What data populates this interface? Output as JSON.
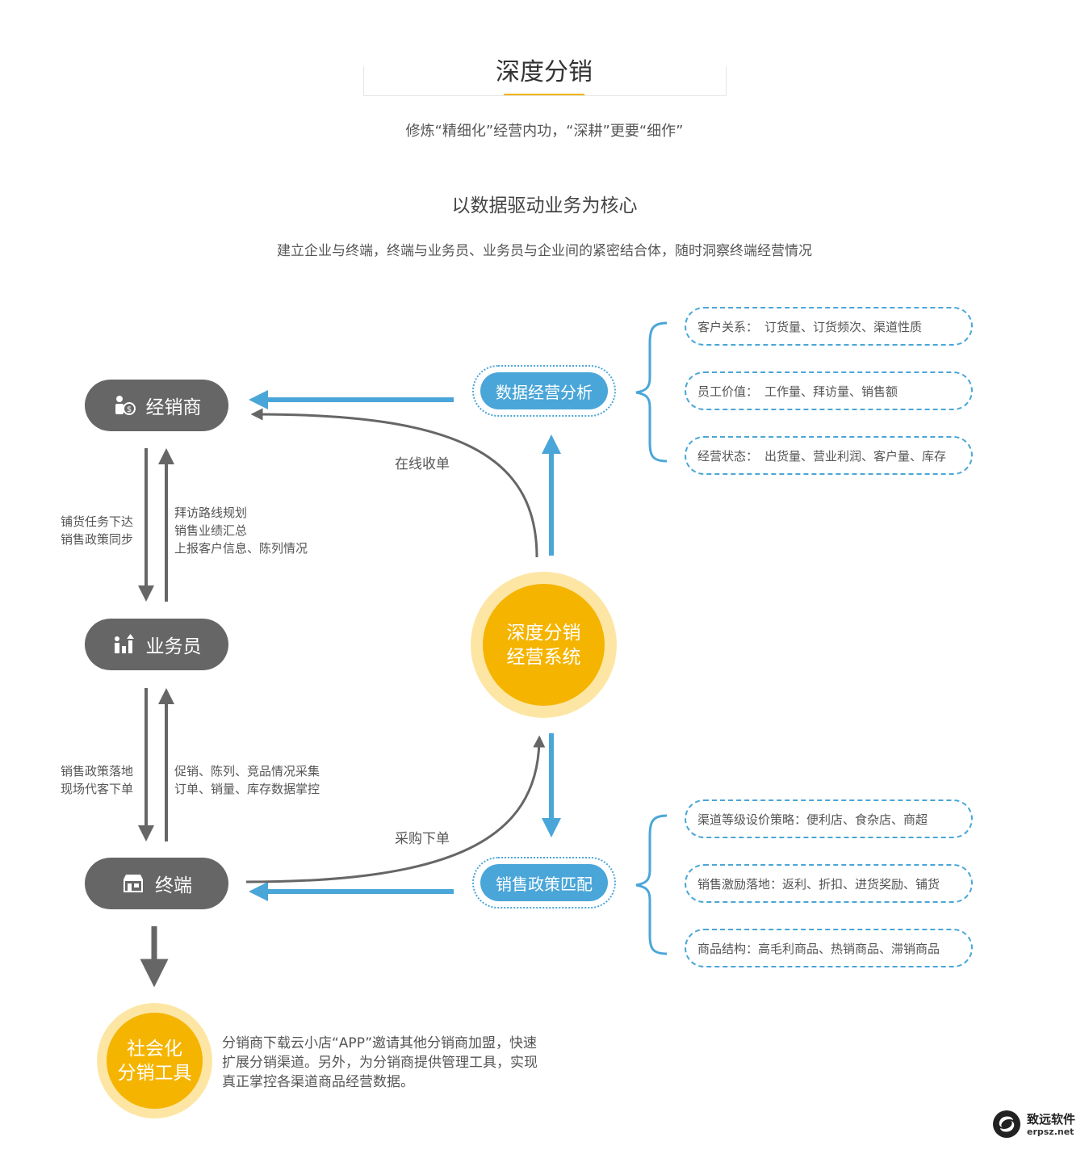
{
  "header": {
    "title": "深度分销",
    "subtitle": "修炼“精细化”经营内功，“深耕”更要“细作”",
    "heading": "以数据驱动业务为核心",
    "description": "建立企业与终端，终端与业务员、业务员与企业间的紧密结合体，随时洞察终端经营情况"
  },
  "nodes": {
    "distributor": "经销商",
    "salesman": "业务员",
    "terminal": "终端"
  },
  "left_labels": {
    "d_to_s": [
      "铺货任务下达",
      "销售政策同步"
    ],
    "s_to_d": [
      "拜访路线规划",
      "销售业绩汇总",
      "上报客户信息、陈列情况"
    ],
    "s_to_t": [
      "销售政策落地",
      "现场代客下单"
    ],
    "t_to_s": [
      "促销、陈列、竞品情况采集",
      "订单、销量、库存数据掌控"
    ]
  },
  "center": {
    "system_line1": "深度分销",
    "system_line2": "经营系统",
    "data_analysis": "数据经营分析",
    "policy_match": "销售政策匹配",
    "online_order": "在线收单",
    "purchase_order": "采购下单"
  },
  "top_tags": [
    {
      "label": "客户关系：",
      "value": "订货量、订货频次、渠道性质"
    },
    {
      "label": "员工价值：",
      "value": "工作量、拜访量、销售额"
    },
    {
      "label": "经营状态：",
      "value": "出货量、营业利润、客户量、库存"
    }
  ],
  "bottom_tags": [
    "渠道等级设价策略：便利店、食杂店、商超",
    "销售激励落地：返利、折扣、进货奖励、铺货",
    "商品结构：高毛利商品、热销商品、滞销商品"
  ],
  "social": {
    "line1": "社会化",
    "line2": "分销工具",
    "paragraph": "分销商下载云小店“APP”邀请其他分销商加盟，快速扩展分销渠道。另外，为分销商提供管理工具，实现真正掌控各渠道商品经营数据。"
  },
  "brand": {
    "name": "致远软件",
    "url": "erpsz.net"
  },
  "colors": {
    "blue": "#4aa6d8",
    "gray": "#666666",
    "yellow": "#f5b400",
    "yellow_light": "#fde6a4"
  }
}
